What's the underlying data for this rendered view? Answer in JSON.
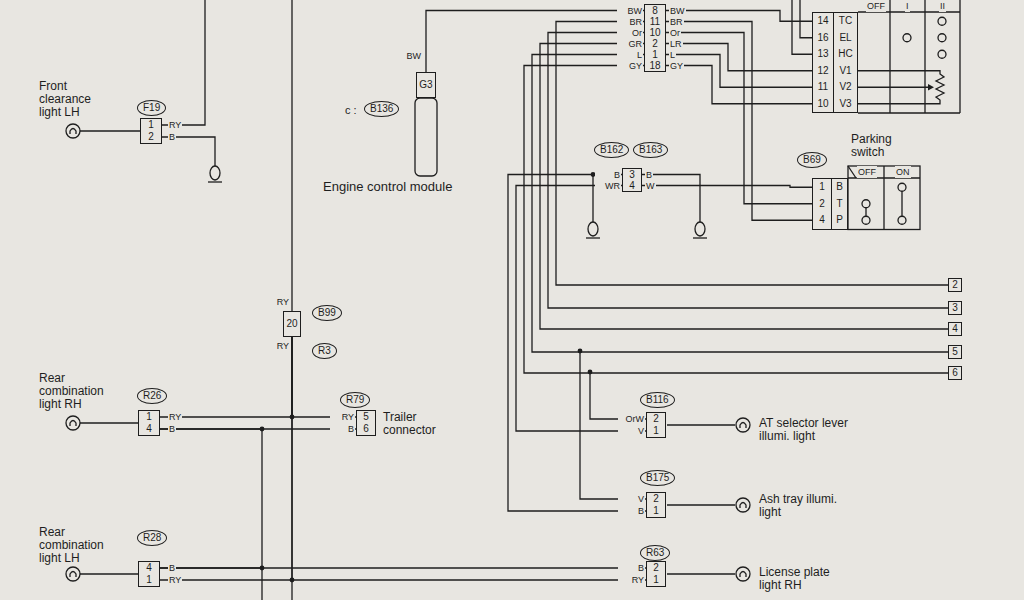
{
  "diagram": {
    "nodes": [
      {
        "text": [
          "8",
          "11",
          "10",
          "2",
          "1",
          "18"
        ]
      },
      {
        "text": [
          "14",
          "TC",
          "16",
          "EL",
          "13",
          "HC",
          "12",
          "V1",
          "11",
          "V2",
          "10",
          "V3"
        ]
      },
      {
        "text": [
          "G3"
        ]
      },
      {
        "text": [
          "F19"
        ]
      },
      {
        "text": [
          "B136"
        ]
      },
      {
        "text": [
          "1",
          "2"
        ]
      },
      {
        "text": [
          "B162"
        ]
      },
      {
        "text": [
          "B163"
        ]
      },
      {
        "text": [
          "B69"
        ]
      },
      {
        "text": [
          "3",
          "4"
        ]
      },
      {
        "text": [
          "1",
          "B",
          "2",
          "T",
          "4",
          "P"
        ]
      },
      {
        "text": [
          "2"
        ]
      },
      {
        "text": [
          "3"
        ]
      },
      {
        "text": [
          "4"
        ]
      },
      {
        "text": [
          "B99"
        ]
      },
      {
        "text": [
          "20"
        ]
      },
      {
        "text": [
          "R3"
        ]
      },
      {
        "text": [
          "5"
        ]
      },
      {
        "text": [
          "6"
        ]
      },
      {
        "text": [
          "R26"
        ]
      },
      {
        "text": [
          "R79"
        ]
      },
      {
        "text": [
          "B116"
        ]
      },
      {
        "text": [
          "1",
          "4"
        ]
      },
      {
        "text": [
          "5",
          "6"
        ]
      },
      {
        "text": [
          "2",
          "1"
        ]
      },
      {
        "text": [
          "B175"
        ]
      },
      {
        "text": [
          "2",
          "1"
        ]
      },
      {
        "text": [
          "R28"
        ]
      },
      {
        "text": [
          "R63"
        ]
      },
      {
        "text": [
          "4",
          "1"
        ]
      },
      {
        "text": [
          "2",
          "1"
        ]
      }
    ],
    "edges": [
      {
        "from": 0,
        "to": 2,
        "arrow": "none"
      },
      {
        "from": 0,
        "to": 11,
        "arrow": "none"
      },
      {
        "from": 0,
        "to": 12,
        "arrow": "none"
      },
      {
        "from": 0,
        "to": 13,
        "arrow": "none"
      },
      {
        "from": 0,
        "to": 17,
        "arrow": "none"
      },
      {
        "from": 0,
        "to": 18,
        "arrow": "none"
      },
      {
        "from": 0,
        "to": 1,
        "arrow": "none"
      },
      {
        "from": 0,
        "to": 10,
        "arrow": "none"
      },
      {
        "from": 0,
        "to": 10,
        "arrow": "none"
      },
      {
        "from": 0,
        "to": 1,
        "arrow": "none"
      },
      {
        "from": 0,
        "to": 1,
        "arrow": "none"
      },
      {
        "from": 0,
        "to": 1,
        "arrow": "none"
      },
      {
        "from": 9,
        "to": 10,
        "arrow": "none"
      },
      {
        "from": 9,
        "to": 26,
        "arrow": "none"
      },
      {
        "from": 9,
        "to": 24,
        "arrow": "none"
      },
      {
        "from": 15,
        "to": 22,
        "arrow": "none"
      },
      {
        "from": 15,
        "to": 23,
        "arrow": "none"
      },
      {
        "from": 15,
        "to": 29,
        "arrow": "none"
      },
      {
        "from": 15,
        "to": 30,
        "arrow": "none"
      },
      {
        "from": 22,
        "to": 23,
        "arrow": "none"
      },
      {
        "from": 22,
        "to": 29,
        "arrow": "none"
      },
      {
        "from": 29,
        "to": 30,
        "arrow": "none"
      }
    ],
    "labels": [
      "OFF",
      "I",
      "II",
      "BW",
      "BR",
      "Or",
      "GR",
      "L",
      "GY",
      "BW",
      "BR",
      "Or",
      "LR",
      "L",
      "GY",
      "BW",
      "c :",
      "Engine control module",
      "Front clearance light LH",
      "RY",
      "B",
      "B",
      "WR",
      "B",
      "W",
      "Parking switch",
      "OFF",
      "ON",
      "RY",
      "RY",
      "RY",
      "B",
      "Rear combination light RH",
      "RY",
      "B",
      "Trailer connector",
      "OrW",
      "V",
      "AT selector lever illumi. light",
      "V",
      "B",
      "Ash tray illumi. light",
      "Rear combination light LH",
      "B",
      "RY",
      "B",
      "RY",
      "License plate light RH"
    ]
  }
}
